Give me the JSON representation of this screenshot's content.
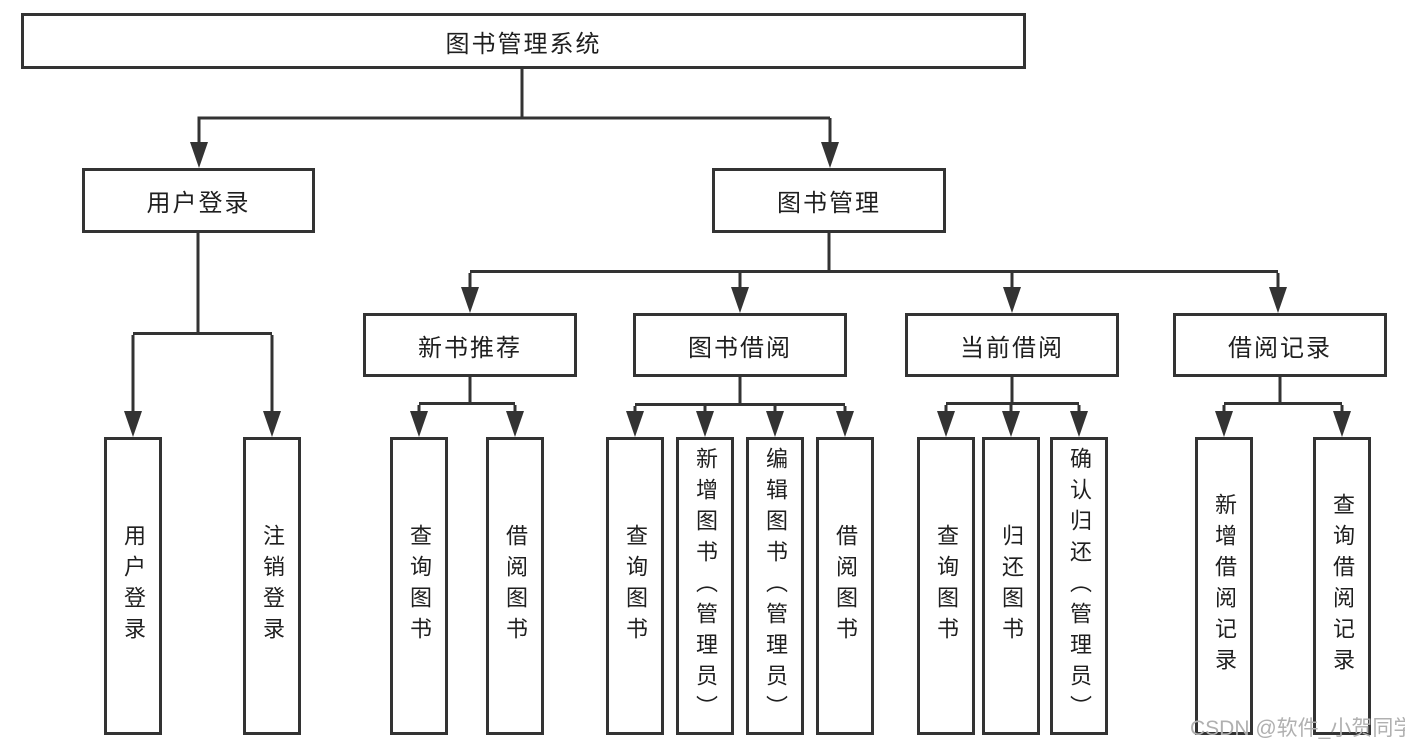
{
  "diagram": {
    "root": {
      "label": "图书管理系统"
    },
    "branches": [
      {
        "label": "用户登录",
        "children": [
          "用户登录",
          "注销登录"
        ]
      },
      {
        "label": "图书管理",
        "children": [
          {
            "label": "新书推荐",
            "children": [
              "查询图书",
              "借阅图书"
            ]
          },
          {
            "label": "图书借阅",
            "children": [
              "查询图书",
              "新增图书（管理员）",
              "编辑图书（管理员）",
              "借阅图书"
            ]
          },
          {
            "label": "当前借阅",
            "children": [
              "查询图书",
              "归还图书",
              "确认归还（管理员）"
            ]
          },
          {
            "label": "借阅记录",
            "children": [
              "新增借阅记录",
              "查询借阅记录"
            ]
          }
        ]
      }
    ]
  },
  "watermark": {
    "text": "CSDN @软件_小贺同学"
  },
  "colors": {
    "line": "#333333",
    "text": "#1f1f1f",
    "background": "#ffffff",
    "watermark": "#b0b0b0"
  }
}
